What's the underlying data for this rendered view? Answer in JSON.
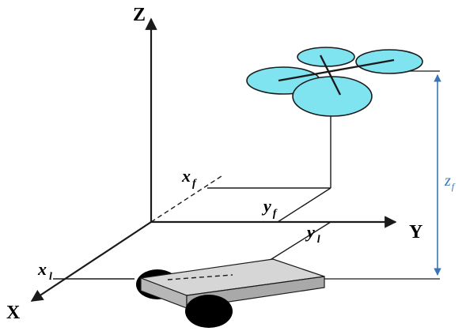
{
  "labels": {
    "z_axis": "Z",
    "y_axis": "Y",
    "x_axis": "X",
    "x_f": "x",
    "x_f_sub": "f",
    "y_f": "y",
    "y_f_sub": "f",
    "y_l": "y",
    "y_l_sub": "l",
    "x_l": "x",
    "x_l_sub": "l",
    "z_height": "z",
    "z_height_sub": "f"
  },
  "colors": {
    "rotor_fill": "#7fe3f0",
    "height_line": "#3a74b4",
    "platform_fill": "#c8c8c8",
    "wheel": "#000000"
  }
}
